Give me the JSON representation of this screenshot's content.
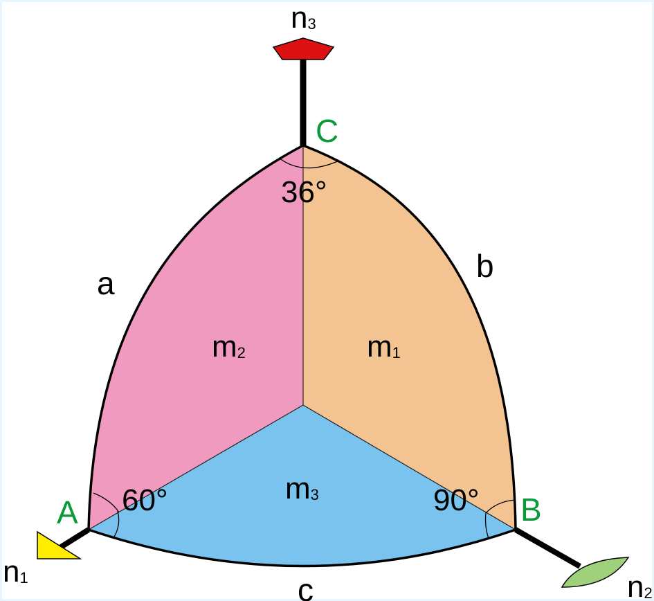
{
  "diagram": {
    "vertices": {
      "A": "A",
      "B": "B",
      "C": "C"
    },
    "sides": {
      "a": "a",
      "b": "b",
      "c": "c"
    },
    "angles": {
      "A": "60°",
      "B": "90°",
      "C": "36°"
    },
    "mirrors": [
      {
        "id": "m1",
        "base": "m",
        "sub": "1"
      },
      {
        "id": "m2",
        "base": "m",
        "sub": "2"
      },
      {
        "id": "m3",
        "base": "m",
        "sub": "3"
      }
    ],
    "normals": [
      {
        "id": "n1",
        "base": "n",
        "sub": "1",
        "shape": "triangle",
        "color": "#ffee00"
      },
      {
        "id": "n2",
        "base": "n",
        "sub": "2",
        "shape": "leaf",
        "color": "#9fd17a"
      },
      {
        "id": "n3",
        "base": "n",
        "sub": "3",
        "shape": "pentagon",
        "color": "#dd1111"
      }
    ],
    "colors": {
      "background": "#e8f5fd",
      "m1_face": "#f4c392",
      "m2_face": "#f19abf",
      "m3_face": "#7ac3ee",
      "vertex_label": "#0b9a3a",
      "edge": "#000000"
    }
  }
}
